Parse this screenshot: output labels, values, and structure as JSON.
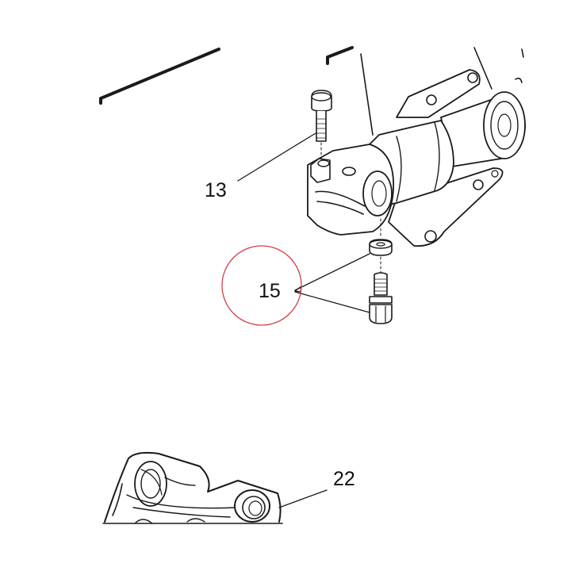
{
  "callouts": [
    {
      "id": "13",
      "label": "13"
    },
    {
      "id": "15",
      "label": "15",
      "highlighted": true
    },
    {
      "id": "22",
      "label": "22"
    }
  ],
  "colors": {
    "ink": "#1a1a1a",
    "highlight_circle": "#d0404a",
    "background": "#ffffff"
  }
}
